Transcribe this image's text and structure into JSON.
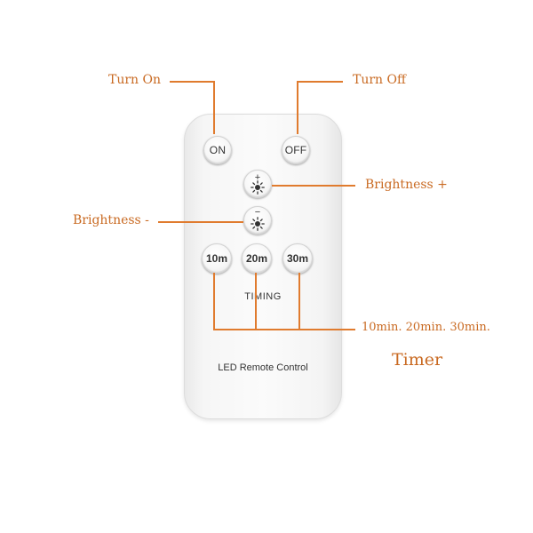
{
  "remote": {
    "on_label": "ON",
    "off_label": "OFF",
    "plus_sign": "+",
    "minus_sign": "−",
    "timer_10": "10m",
    "timer_20": "20m",
    "timer_30": "30m",
    "timing_label": "TIMING",
    "brand_label": "LED Remote Control"
  },
  "callouts": {
    "turn_on": "Turn On",
    "turn_off": "Turn Off",
    "brightness_up": "Brightness +",
    "brightness_down": "Brightness -",
    "timer_values": "10min. 20min. 30min.",
    "timer_title": "Timer"
  },
  "colors": {
    "callout": "#c96a22",
    "line": "#e07b2e"
  },
  "icons": [
    "sun-icon"
  ]
}
